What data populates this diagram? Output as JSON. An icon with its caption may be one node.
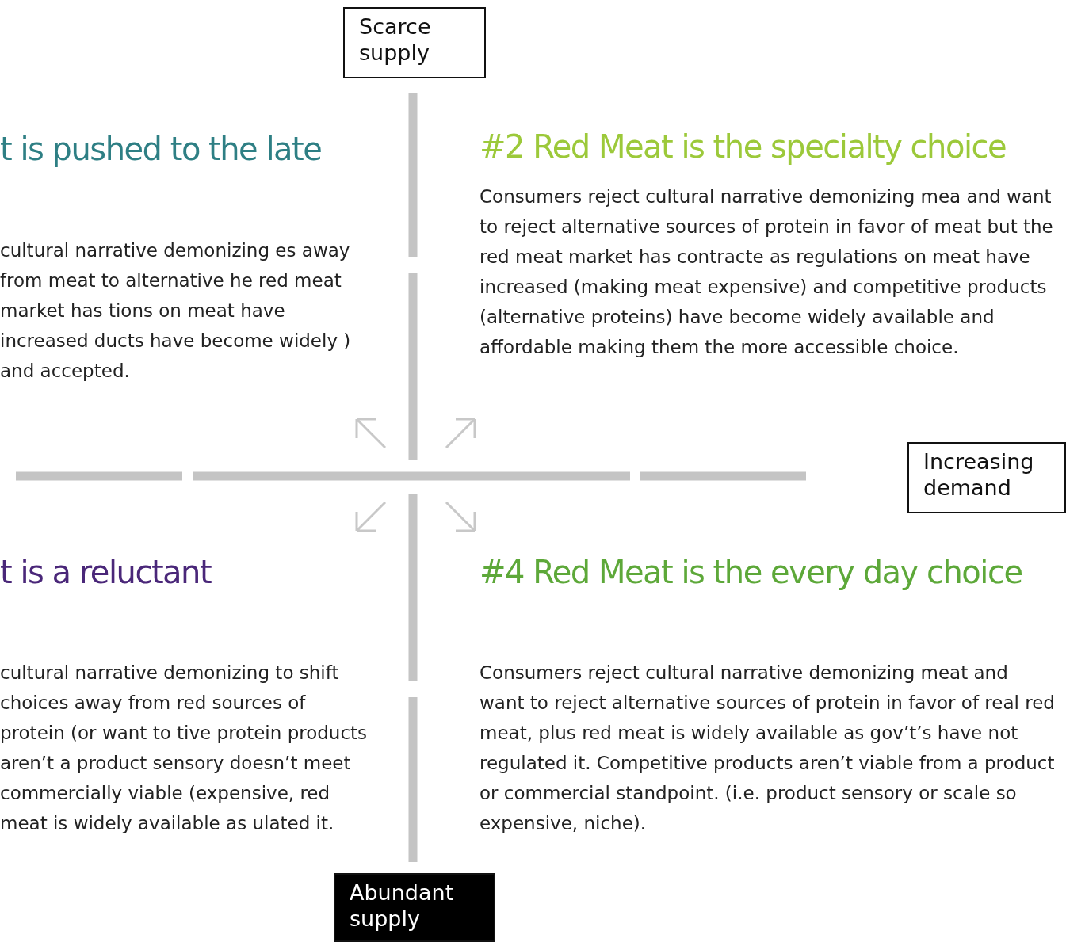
{
  "diagram": {
    "nodes": [
      {
        "text": [
          "Scarce supply"
        ]
      },
      {
        "text": [
          "Increasing demand"
        ]
      },
      {
        "text": [
          "Abundant supply"
        ]
      }
    ],
    "edges": [],
    "labels": [
      "t is pushed to the late",
      "cultural narrative demonizing es away from meat to alternative he red meat market has tions on meat have increased ducts have become widely ) and accepted.",
      "#2 Red Meat is the specialty choice",
      "Consumers reject cultural narrative demonizing mea and want to reject alternative sources of protein in favor of meat but the red meat market has contracte as regulations on meat have increased (making meat expensive) and competitive products (alternative proteins) have become widely available and affordable making them the more accessible choice.",
      "t is a reluctant",
      "cultural narrative demonizing to shift choices away from red sources of protein (or want to tive protein products aren’t a product sensory doesn’t meet commercially viable (expensive, red meat is widely available as ulated it.",
      "#4 Red Meat is the every day choice",
      "Consumers reject cultural narrative demonizing meat and want to reject alternative sources of protein in favor of real red meat, plus red meat is widely available as gov’t’s have not regulated it. Competitive products aren’t viable from a product or commercial standpoint. (i.e. product sensory or scale so expensive, niche)."
    ]
  }
}
